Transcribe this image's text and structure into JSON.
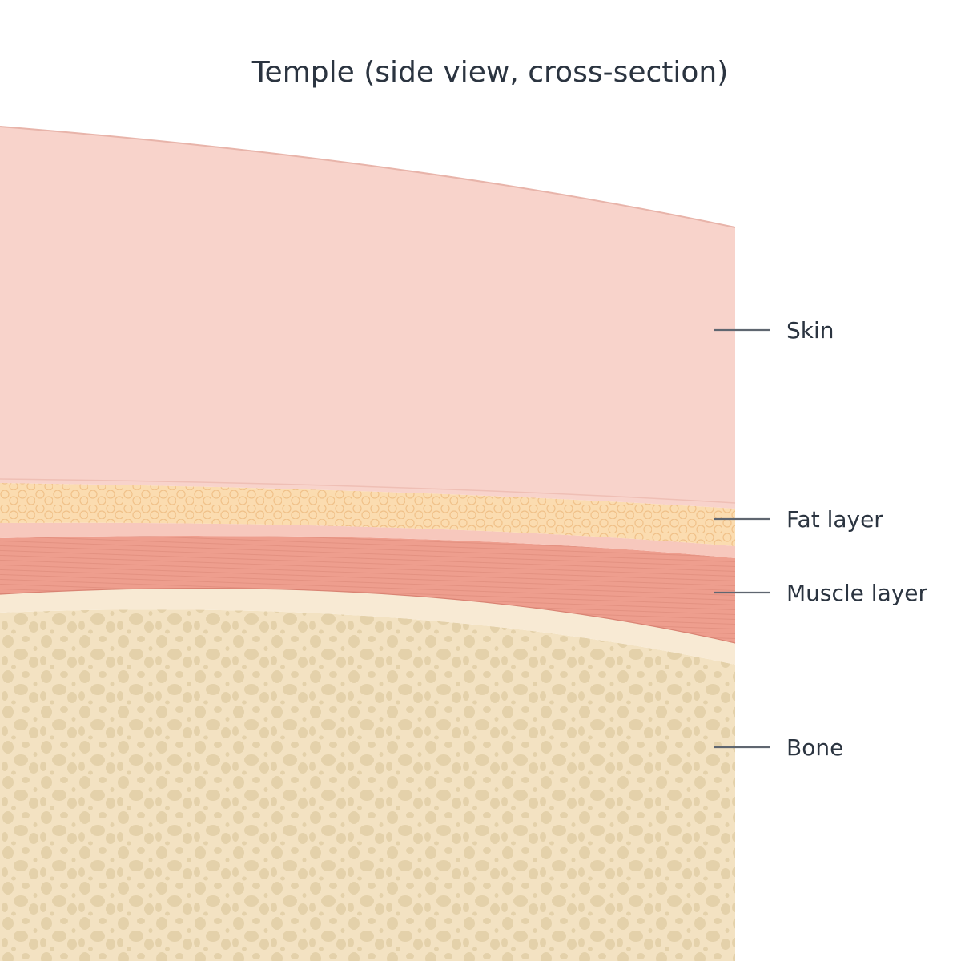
{
  "title": "Temple (side view, cross-section)",
  "layers": [
    {
      "id": "skin",
      "label": "Skin"
    },
    {
      "id": "fat",
      "label": "Fat layer"
    },
    {
      "id": "muscle",
      "label": "Muscle layer"
    },
    {
      "id": "bone",
      "label": "Bone"
    }
  ],
  "colors": {
    "skin": "#f8d3cb",
    "skin_edge": "#e8b4aa",
    "fat": "#fbdcb0",
    "fat_cells": "#f3c48a",
    "muscle": "#ee9e8e",
    "muscle_fibers": "#d98373",
    "periosteum": "#f8ead4",
    "bone": "#f3e2c2",
    "bone_pores": "#e2cfa6",
    "label_line": "#5f6670",
    "text": "#2b3440"
  }
}
